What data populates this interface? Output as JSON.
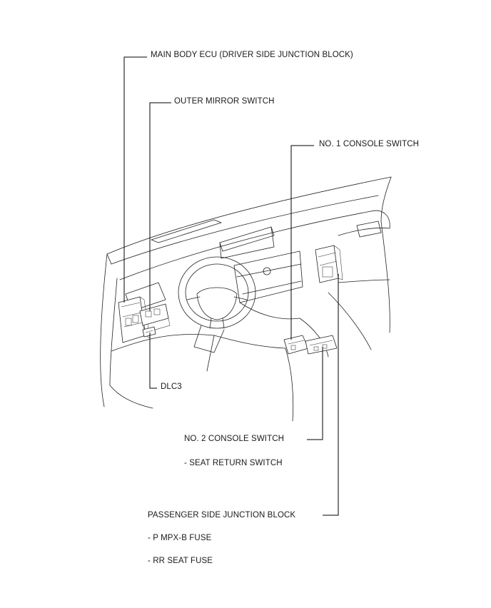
{
  "labels": {
    "main_body_ecu": "MAIN BODY ECU (DRIVER SIDE JUNCTION BLOCK)",
    "outer_mirror_switch": "OUTER MIRROR SWITCH",
    "no1_console_switch": "NO. 1 CONSOLE SWITCH",
    "dlc3": "DLC3",
    "no2_console_switch": "NO. 2 CONSOLE SWITCH",
    "seat_return_switch": "- SEAT RETURN SWITCH",
    "passenger_side_junction_block": "PASSENGER SIDE JUNCTION BLOCK",
    "p_mpx_b_fuse": "- P MPX-B FUSE",
    "rr_seat_fuse": "- RR SEAT FUSE"
  }
}
